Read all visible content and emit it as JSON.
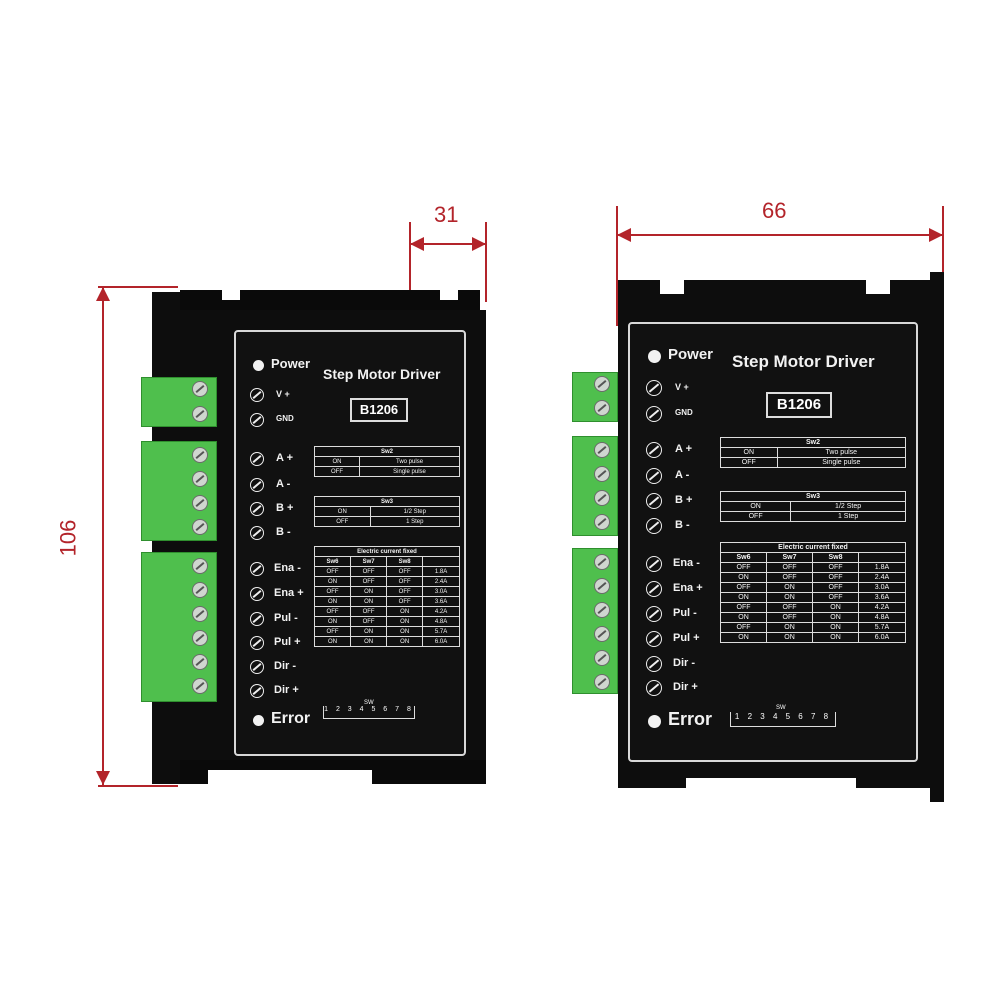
{
  "dimensions": {
    "height_left": "106",
    "width_side": "31",
    "width_front": "66"
  },
  "colors": {
    "dimension": "#b3242a",
    "terminal": "#4fbf4d",
    "body": "#0d0d0d"
  },
  "drivers": [
    {
      "power_label": "Power",
      "title": "Step Motor Driver",
      "model": "B1206",
      "error_label": "Error",
      "pins": [
        "V +",
        "GND",
        "A +",
        "A -",
        "B +",
        "B -",
        "Ena -",
        "Ena +",
        "Pul -",
        "Pul +",
        "Dir -",
        "Dir +"
      ],
      "sw2": {
        "header": "Sw2",
        "rows": [
          [
            "ON",
            "Two pulse"
          ],
          [
            "OFF",
            "Single pulse"
          ]
        ]
      },
      "sw3": {
        "header": "Sw3",
        "rows": [
          [
            "ON",
            "1/2 Step"
          ],
          [
            "OFF",
            "1 Step"
          ]
        ]
      },
      "current": {
        "header": "Electric current fixed",
        "cols": [
          "Sw6",
          "Sw7",
          "Sw8"
        ],
        "rows": [
          [
            "OFF",
            "OFF",
            "OFF",
            "1.8A"
          ],
          [
            "ON",
            "OFF",
            "OFF",
            "2.4A"
          ],
          [
            "OFF",
            "ON",
            "OFF",
            "3.0A"
          ],
          [
            "ON",
            "ON",
            "OFF",
            "3.6A"
          ],
          [
            "OFF",
            "OFF",
            "ON",
            "4.2A"
          ],
          [
            "ON",
            "OFF",
            "ON",
            "4.8A"
          ],
          [
            "OFF",
            "ON",
            "ON",
            "5.7A"
          ],
          [
            "ON",
            "ON",
            "ON",
            "6.0A"
          ]
        ]
      },
      "dip_label": "SW",
      "dip_numbers": "1 2 3 4 5 6 7 8"
    }
  ]
}
